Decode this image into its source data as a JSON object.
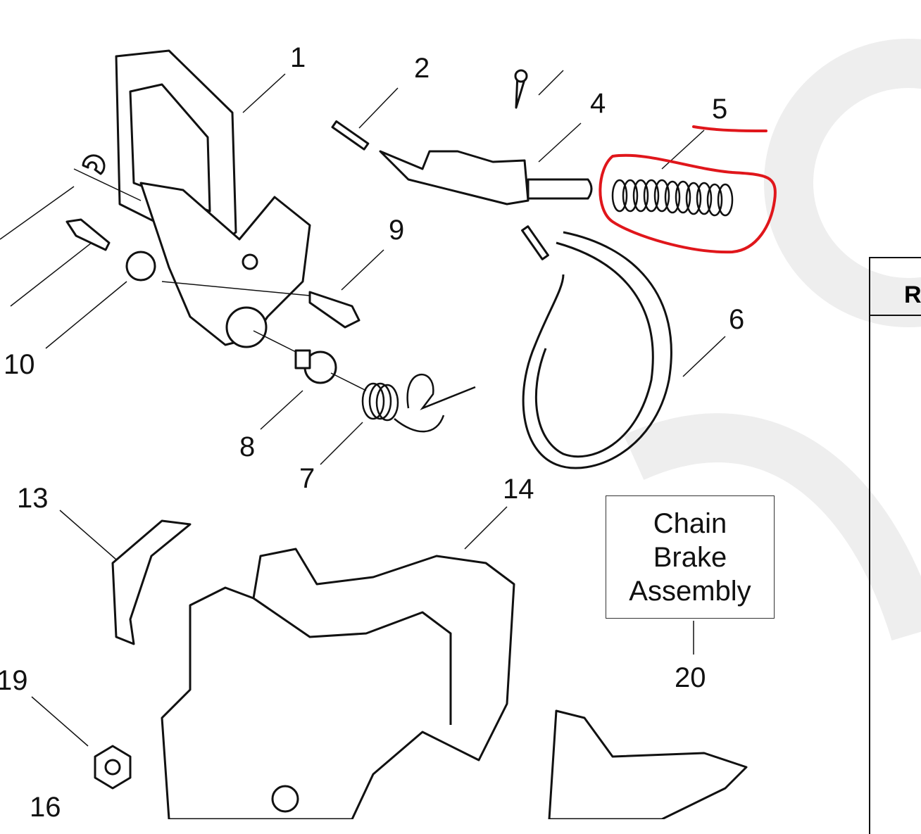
{
  "diagram": {
    "part_numbers": [
      "1",
      "2",
      "4",
      "5",
      "9",
      "6",
      "10",
      "8",
      "7",
      "13",
      "14",
      "19",
      "16",
      "20"
    ],
    "assembly_label_lines": [
      "Chain",
      "Brake",
      "Assembly"
    ],
    "side_table_header": "R",
    "highlight_color": "#e0161b",
    "watermark_color": "#ececec"
  }
}
